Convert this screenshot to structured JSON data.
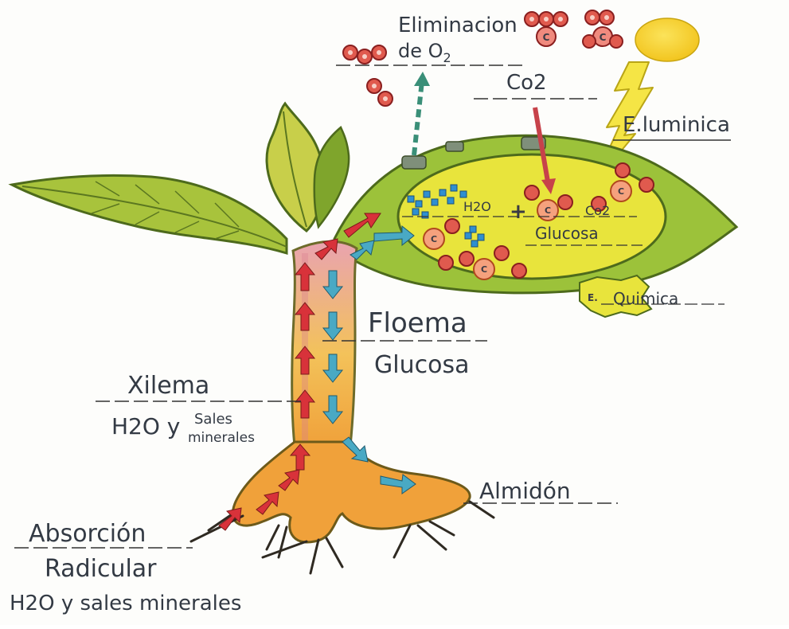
{
  "labels": {
    "elim_line1": "Eliminacion",
    "elim_line2": "de O",
    "elim_sub": "2",
    "co2": "Co2",
    "e_luminica": "E.luminica",
    "h2o_leaf": "H2O",
    "co2_leaf": "Co2",
    "glucosa_leaf": "Glucosa",
    "e_quimica_badge": "E.",
    "e_quimica": "Quimica",
    "floema": "Floema",
    "floema_glucosa": "Glucosa",
    "xilema": "Xilema",
    "xilema_h2o": "H2O y",
    "xilema_sales": "Sales",
    "xilema_minerales": "minerales",
    "almidon": "Almidón",
    "absorcion": "Absorción",
    "radicular": "Radicular",
    "abs_h2o": "H2O y sales minerales",
    "carbon_symbol": "C",
    "plus": "+"
  },
  "colors": {
    "leaf_green": "#9cc23a",
    "leaf_dark": "#5f7a22",
    "chloroplast_yellow": "#e8e23a",
    "stem_yellow": "#f2c744",
    "root_orange": "#f0a13a",
    "xylem_pink": "#e9a3b0",
    "xylem_arrow": "#d8323a",
    "phloem_arrow": "#49a9c4",
    "sun": "#f7d72a",
    "molecule_red": "#e05a4e",
    "water_blue": "#2f8fd0"
  }
}
